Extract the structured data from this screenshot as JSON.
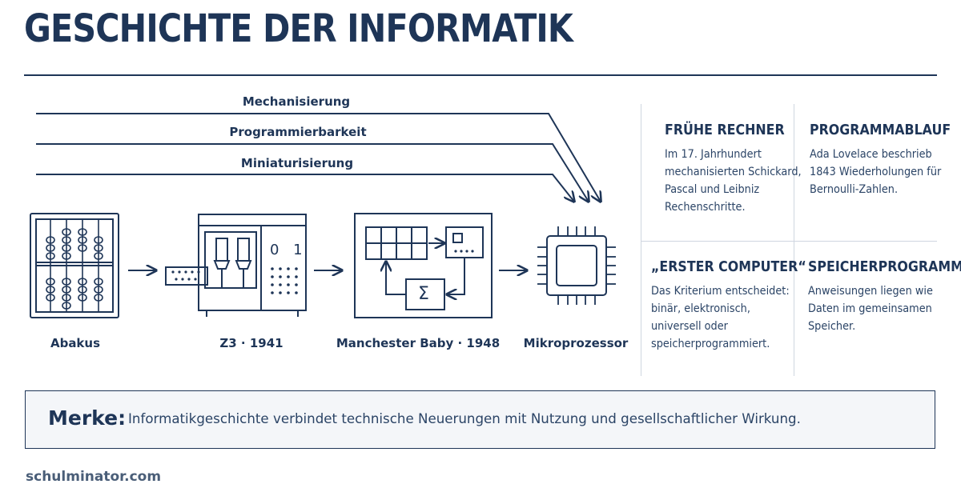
{
  "title": "GESCHICHTE DER INFORMATIK",
  "timelines": [
    "Mechanisierung",
    "Programmierbarkeit",
    "Miniaturisierung"
  ],
  "stages": [
    {
      "label": "Abakus",
      "icon": "abacus-icon"
    },
    {
      "label": "Z3 · 1941",
      "icon": "z3-machine-icon"
    },
    {
      "label": "Manchester Baby · 1948",
      "icon": "manchester-baby-icon"
    },
    {
      "label": "Mikroprozessor",
      "icon": "microprocessor-icon"
    }
  ],
  "z3_bits": "0 1",
  "sigma": "Σ",
  "cards": [
    {
      "title": "FRÜHE RECHNER",
      "text": "Im 17. Jahrhundert mechanisierten Schickard, Pascal und Leibniz Rechenschritte."
    },
    {
      "title": "PROGRAMMABLAUF",
      "text": "Ada Lovelace beschrieb 1843 Wiederholungen für Bernoulli-Zahlen."
    },
    {
      "title": "„ERSTER COMPUTER“",
      "text": "Das Kriterium entscheidet: binär, elektronisch, universell oder speicherprogrammiert."
    },
    {
      "title": "SPEICHERPROGRAMM",
      "text": "Anweisungen liegen wie Daten im gemeinsamen Speicher."
    }
  ],
  "merke": {
    "label": "Merke:",
    "text": "Informatikgeschichte verbindet technische Neuerungen mit Nutzung und gesellschaftlicher Wirkung."
  },
  "footer": "schulminator.com",
  "colors": {
    "primary": "#1e3557",
    "divider": "#cfd6e0",
    "box_bg": "#f4f6f9"
  }
}
